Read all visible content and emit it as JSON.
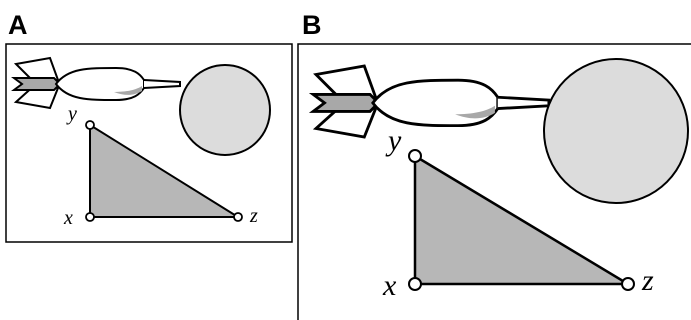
{
  "panels": [
    {
      "letter": "A",
      "labels": {
        "top": "y",
        "bottom_left": "x",
        "bottom_right": "z"
      }
    },
    {
      "letter": "B",
      "labels": {
        "top": "y",
        "bottom_left": "x",
        "bottom_right": "z"
      }
    }
  ],
  "colors": {
    "stroke": "#000000",
    "triangle_fill": "#b7b7b7",
    "circle_fill": "#dcdcdc",
    "dart_body_fill": "#ffffff",
    "dart_shade": "#a8a8a8",
    "background": "#ffffff"
  },
  "icons": [
    "dart-icon",
    "circle-target-icon",
    "vertex-marker-icon"
  ]
}
